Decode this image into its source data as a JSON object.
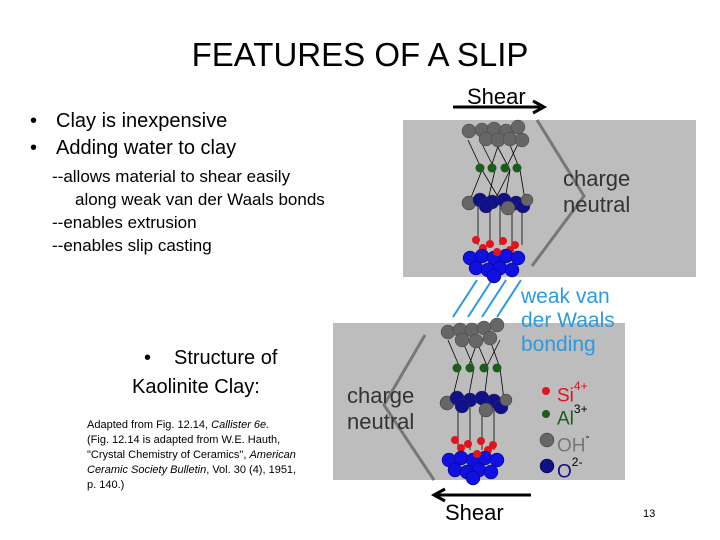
{
  "slide": {
    "title": "FEATURES OF A SLIP",
    "bullets": [
      {
        "marker": "•",
        "text": "Clay is inexpensive"
      },
      {
        "marker": "•",
        "text": "Adding water to clay"
      }
    ],
    "sub_points": [
      "--allows material to shear easily",
      "along weak van der Waals bonds",
      "--enables extrusion",
      "--enables slip casting"
    ],
    "structure_bullet": {
      "marker": "•",
      "line1": "Structure of",
      "line2": "Kaolinite Clay:"
    },
    "credit": {
      "l1_a": "Adapted from Fig. 12.14, ",
      "l1_b": "Callister 6e.",
      "l2": "(Fig. 12.14 is adapted from W.E. Hauth,",
      "l3_a": "\"Crystal Chemistry of Ceramics\", ",
      "l3_b": "American",
      "l4_a": "Ceramic Society Bulletin",
      "l4_b": ", Vol. 30 (4), 1951,",
      "l5": "p. 140.)"
    },
    "page_number": "13"
  },
  "diagram": {
    "shear_top": "Shear",
    "shear_bottom": "Shear",
    "charge_neutral_top": {
      "l1": "charge",
      "l2": "neutral"
    },
    "charge_neutral_bottom": {
      "l1": "charge",
      "l2": "neutral"
    },
    "weak_bonding": {
      "l1": "weak van",
      "l2": "der Waals",
      "l3": "bonding"
    },
    "legend": [
      {
        "symbol": "Si",
        "charge": "4+",
        "color": "#e0141e"
      },
      {
        "symbol": "Al",
        "charge": "3+",
        "color": "#1e5a1e"
      },
      {
        "symbol": "OH",
        "charge": "-",
        "color": "#666666"
      },
      {
        "symbol": "O",
        "charge": "2-",
        "color": "#10108a"
      }
    ],
    "colors": {
      "box": "#bdbdbd",
      "si": "#e0141e",
      "al": "#1a5c1a",
      "oh": "#666666",
      "o_dark": "#10108a",
      "o_blue": "#1010e0",
      "vdw": "#2b9ae0"
    }
  }
}
